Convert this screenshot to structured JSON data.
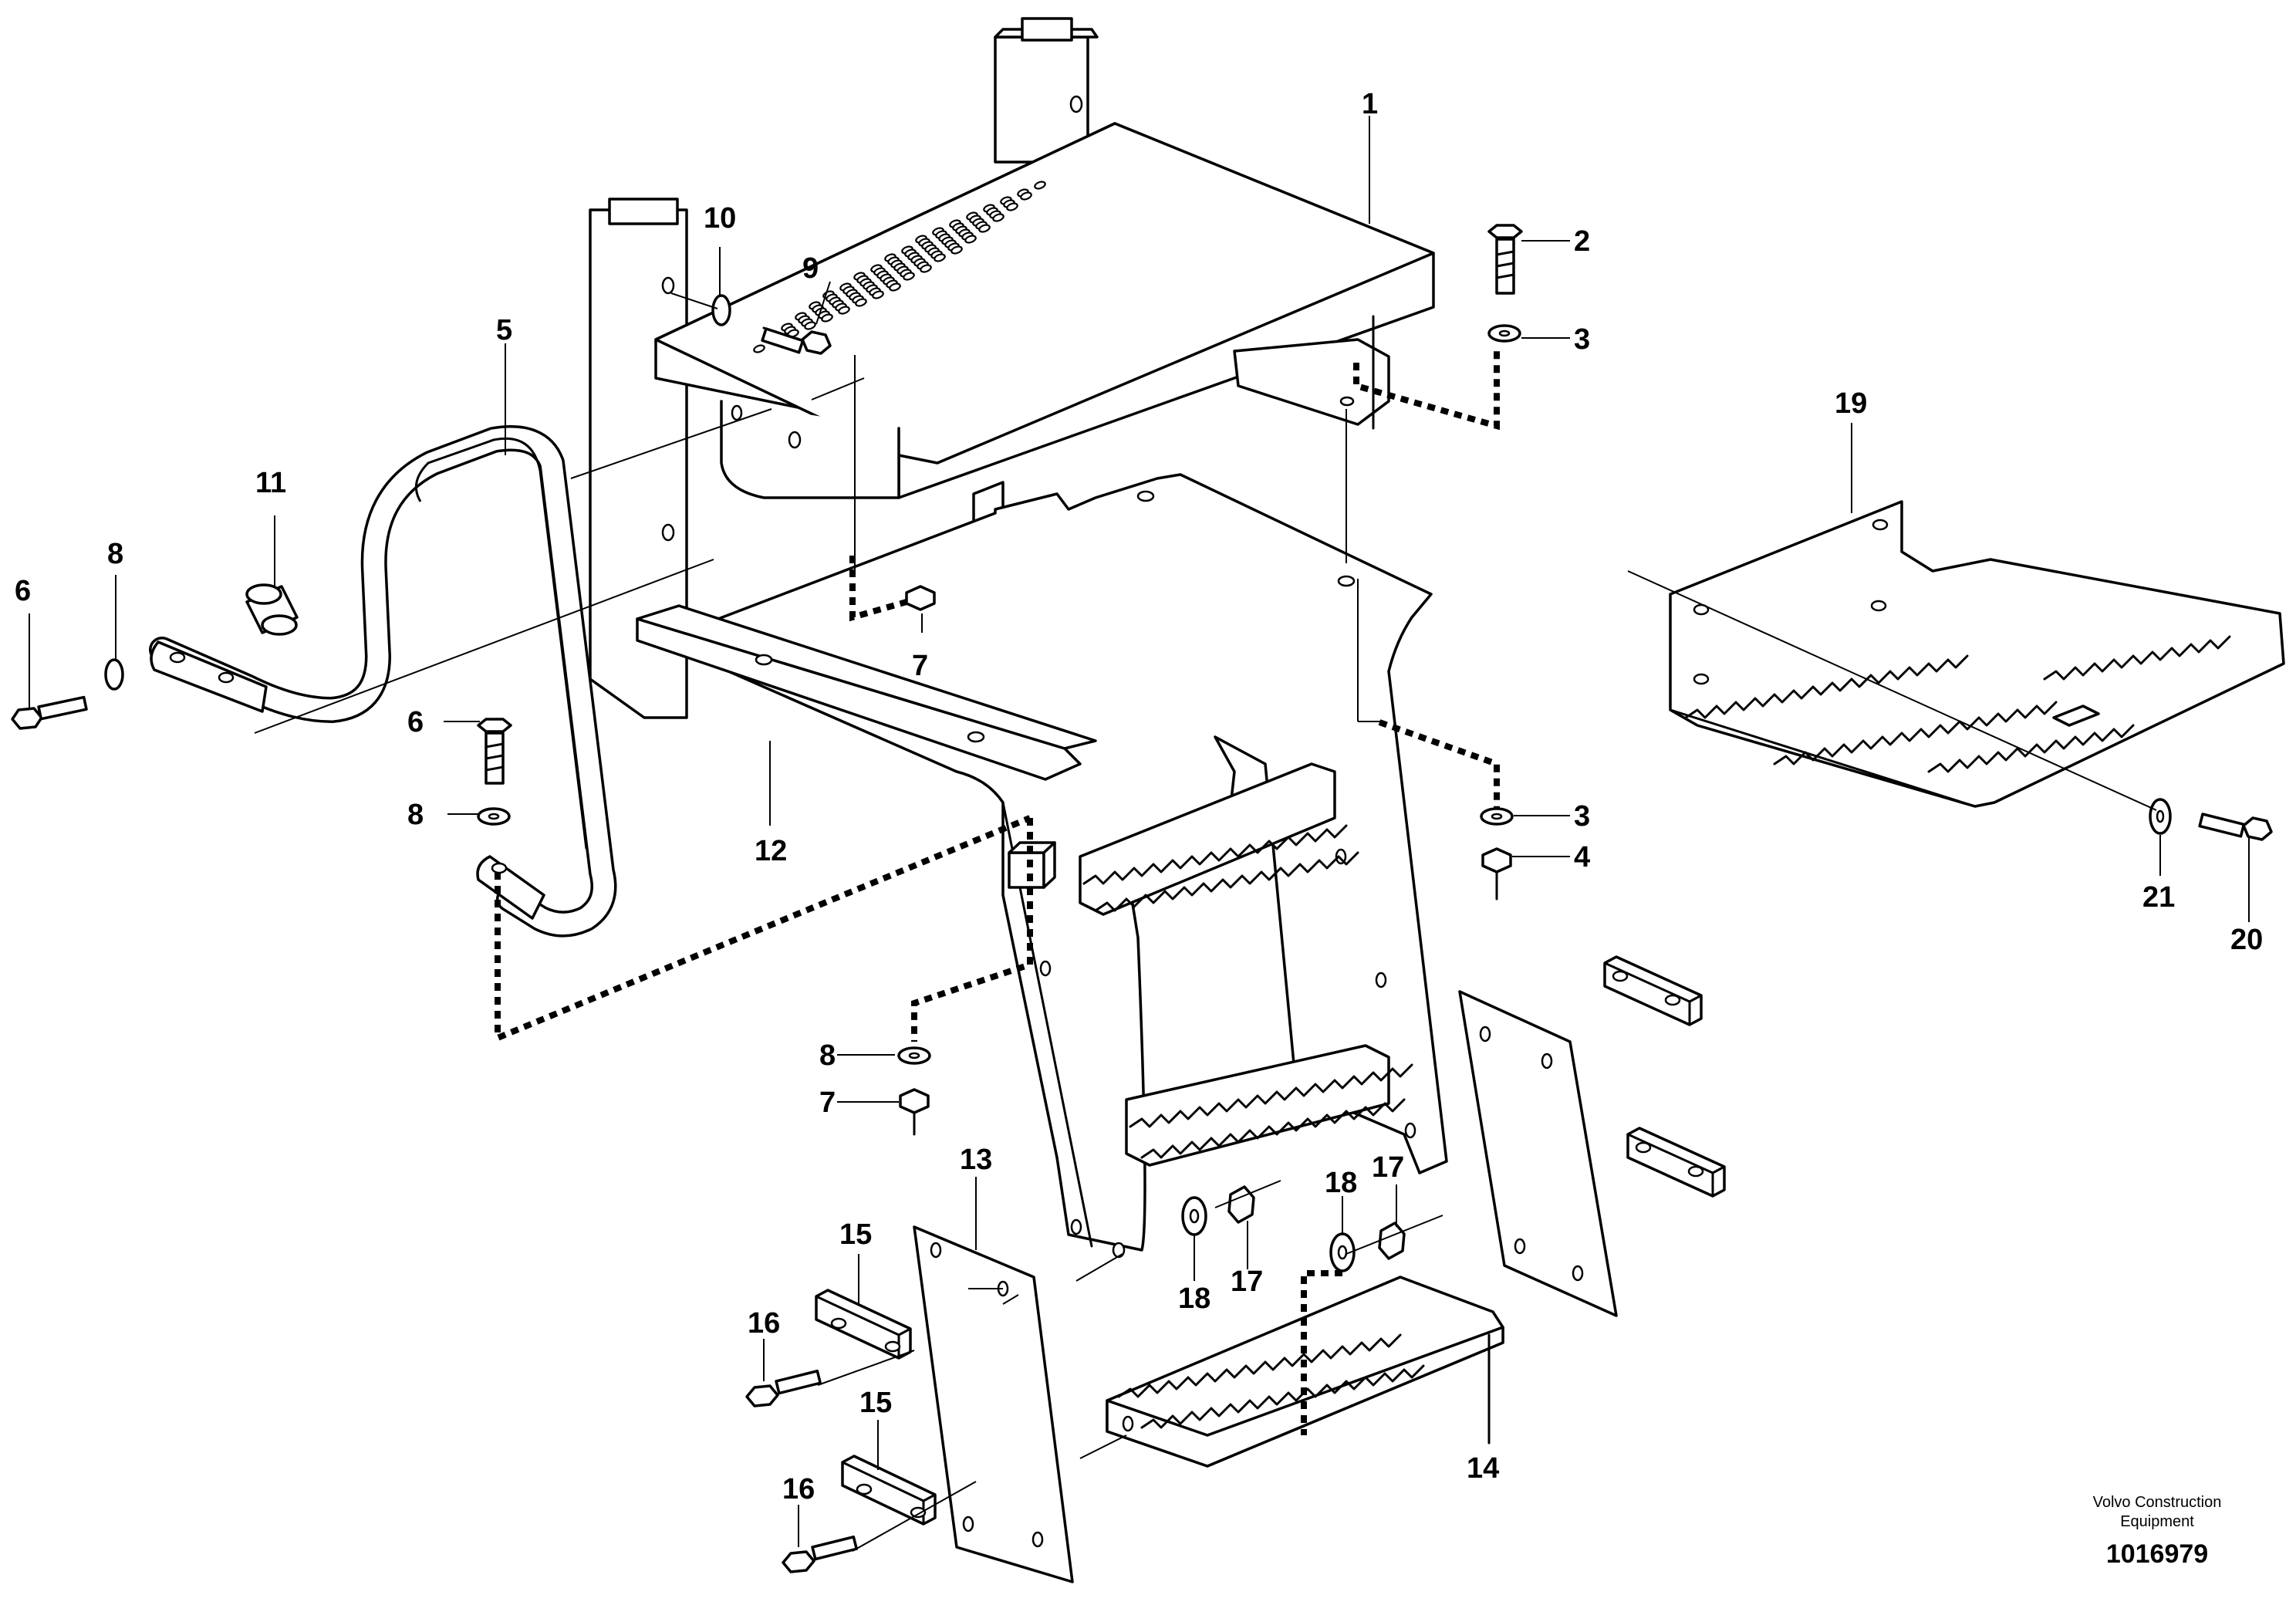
{
  "diagram": {
    "callouts": [
      "1",
      "2",
      "3",
      "3",
      "4",
      "5",
      "6",
      "6",
      "7",
      "7",
      "8",
      "8",
      "8",
      "9",
      "10",
      "11",
      "12",
      "13",
      "14",
      "15",
      "15",
      "16",
      "16",
      "17",
      "17",
      "18",
      "18",
      "19",
      "20",
      "21"
    ],
    "brand_line1": "Volvo Construction",
    "brand_line2": "Equipment",
    "document_number": "1016979"
  }
}
